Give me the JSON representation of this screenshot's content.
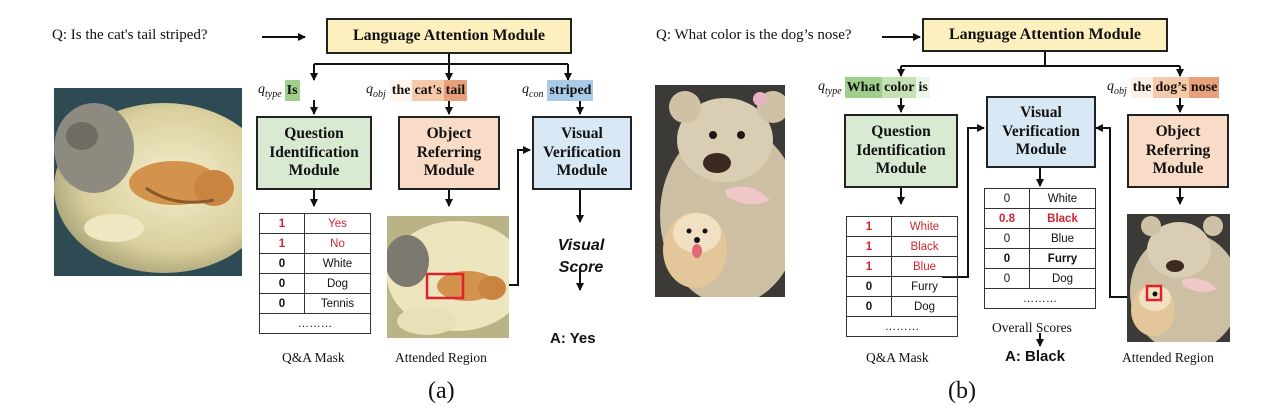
{
  "panel_a": {
    "question": "Q: Is the cat's tail striped?",
    "lam": "Language Attention Module",
    "q_type_label": "q",
    "q_type_sub": "type",
    "q_type_tokens": [
      "Is"
    ],
    "q_obj_label": "q",
    "q_obj_sub": "obj",
    "q_obj_tokens": [
      "the",
      "cat's",
      "tail"
    ],
    "q_con_label": "q",
    "q_con_sub": "con",
    "q_con_tokens": [
      "striped"
    ],
    "qim": [
      "Question",
      "Identification",
      "Module"
    ],
    "orm": [
      "Object",
      "Referring",
      "Module"
    ],
    "vvm": [
      "Visual",
      "Verification",
      "Module"
    ],
    "mask_rows": [
      {
        "score": "1",
        "answer": "Yes",
        "highlight": true
      },
      {
        "score": "1",
        "answer": "No",
        "highlight": true
      },
      {
        "score": "0",
        "answer": "White",
        "highlight": false
      },
      {
        "score": "0",
        "answer": "Dog",
        "highlight": false
      },
      {
        "score": "0",
        "answer": "Tennis",
        "highlight": false
      },
      {
        "score": "",
        "answer": "………",
        "highlight": false
      }
    ],
    "visual_score": [
      "Visual",
      "Score"
    ],
    "answer": "A: Yes",
    "mask_caption": "Q&A Mask",
    "region_caption": "Attended Region",
    "label": "(a)"
  },
  "panel_b": {
    "question": "Q: What color is the dog’s nose?",
    "lam": "Language Attention Module",
    "q_type_label": "q",
    "q_type_sub": "type",
    "q_type_tokens": [
      "What",
      "color",
      "is"
    ],
    "q_obj_label": "q",
    "q_obj_sub": "obj",
    "q_obj_tokens": [
      "the",
      "dog’s",
      "nose"
    ],
    "qim": [
      "Question",
      "Identification",
      "Module"
    ],
    "vvm": [
      "Visual",
      "Verification",
      "Module"
    ],
    "orm": [
      "Object",
      "Referring",
      "Module"
    ],
    "mask_rows": [
      {
        "score": "1",
        "answer": "White",
        "highlight": true
      },
      {
        "score": "1",
        "answer": "Black",
        "highlight": true
      },
      {
        "score": "1",
        "answer": "Blue",
        "highlight": true
      },
      {
        "score": "0",
        "answer": "Furry",
        "highlight": false
      },
      {
        "score": "0",
        "answer": "Dog",
        "highlight": false
      },
      {
        "score": "",
        "answer": "………",
        "highlight": false
      }
    ],
    "score_rows": [
      {
        "score": "0",
        "answer": "White",
        "style": "plain"
      },
      {
        "score": "0.8",
        "answer": "Black",
        "style": "red"
      },
      {
        "score": "0",
        "answer": "Blue",
        "style": "plain"
      },
      {
        "score": "0",
        "answer": "Furry",
        "style": "bold"
      },
      {
        "score": "0",
        "answer": "Dog",
        "style": "plain"
      },
      {
        "score": "",
        "answer": "………",
        "style": "plain"
      }
    ],
    "scores_caption": "Overall Scores",
    "answer": "A: Black",
    "mask_caption": "Q&A Mask",
    "region_caption": "Attended Region",
    "label": "(b)"
  },
  "colors": {
    "lam_fill": "#fdf0bf",
    "qim_fill": "#d9ead3",
    "orm_fill": "#f9dcc8",
    "vvm_fill": "#d8e8f5",
    "highlight_red": "#d0262e",
    "type_chip": "#9fcf8a",
    "obj_chip_dark": "#e8a07a",
    "con_chip": "#a9cbe8"
  }
}
